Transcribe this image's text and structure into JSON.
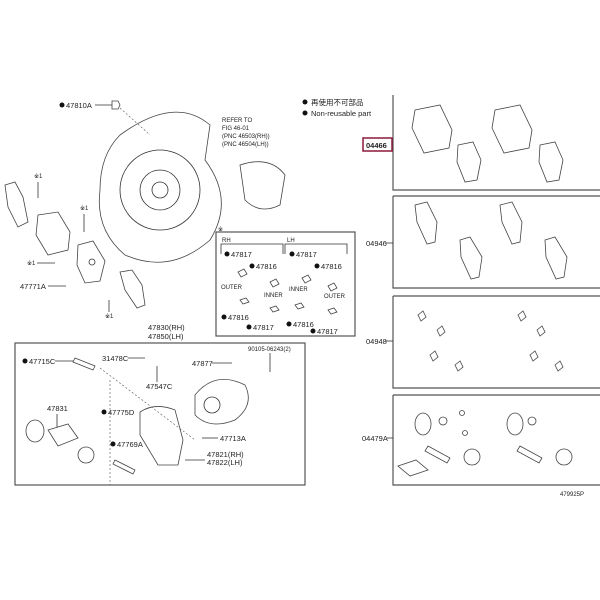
{
  "legend": {
    "jp_text": "再使用不可部品",
    "en_text": "Non-reusable part"
  },
  "refer": {
    "line1": "REFER TO",
    "line2": "FIG 46-01",
    "line3": "(PNC 46503(RH))",
    "line4": "(PNC 46504(LH))"
  },
  "shield": {
    "bolt": "47810A",
    "clip": "47771A",
    "mark": "※1"
  },
  "inner_box": {
    "mark": "※",
    "rh": "RH",
    "lh": "LH",
    "p1": "47817",
    "p2": "47816",
    "outer": "OUTER",
    "inner": "INNER"
  },
  "caliper": {
    "assy_rh": "47830(RH)",
    "assy_lh": "47850(LH)",
    "bolt_c": "47715C",
    "bleeder_cap": "31478C",
    "bleeder": "47547C",
    "piston": "47831",
    "bush": "47775D",
    "pin": "47769A",
    "pad_support": "47877",
    "bolt_p": "90105-06243(2)",
    "bleed_a": "47713A",
    "mount_rh": "47821(RH)",
    "mount_lh": "47822(LH)"
  },
  "kits": [
    {
      "code": "04466",
      "highlight": true
    },
    {
      "code": "04946"
    },
    {
      "code": "04948"
    },
    {
      "code": "04479A"
    }
  ],
  "figure_id": "479925P",
  "highlight_color": "#8b1a3a"
}
